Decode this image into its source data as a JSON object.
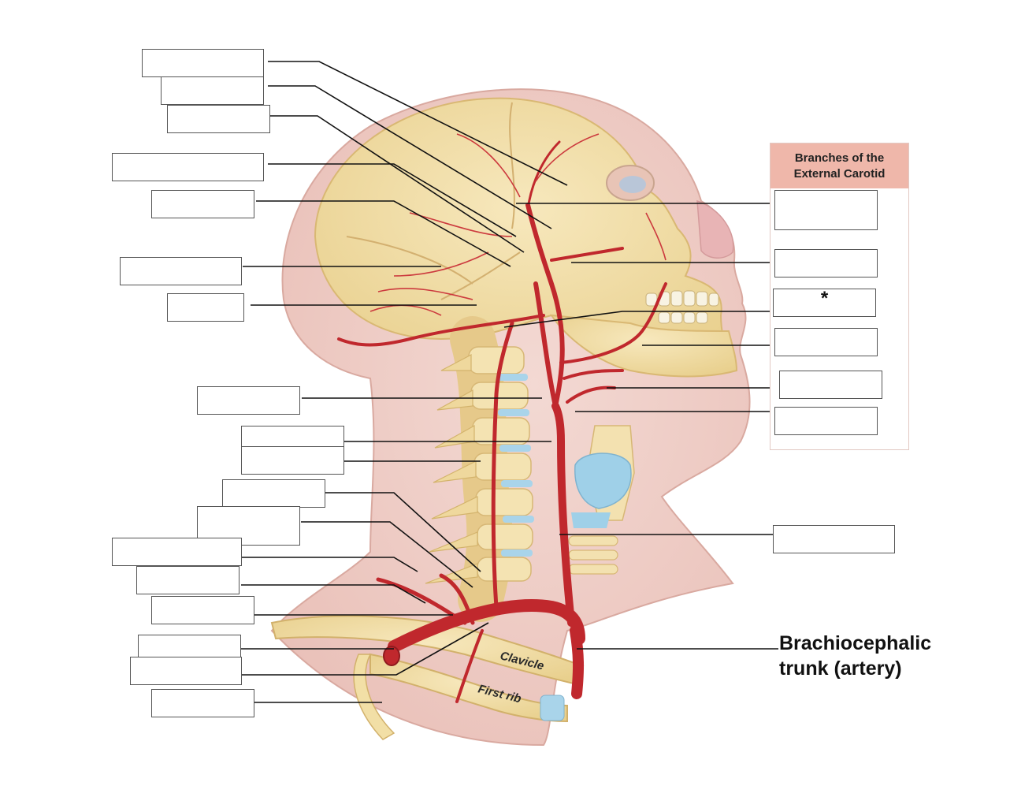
{
  "legend": {
    "title_line1": "Branches of the",
    "title_line2": "External Carotid",
    "asterisk": "*"
  },
  "labels": {
    "brachiocephalic_line1": "Brachiocephalic",
    "brachiocephalic_line2": "trunk (artery)",
    "clavicle": "Clavicle",
    "first_rib": "First rib"
  },
  "colors": {
    "artery": "#c0282d",
    "bone": "#f2dfa6",
    "skin": "#f1d2cc",
    "cartilage": "#9fd0e8",
    "legend_header": "#efb7aa"
  }
}
